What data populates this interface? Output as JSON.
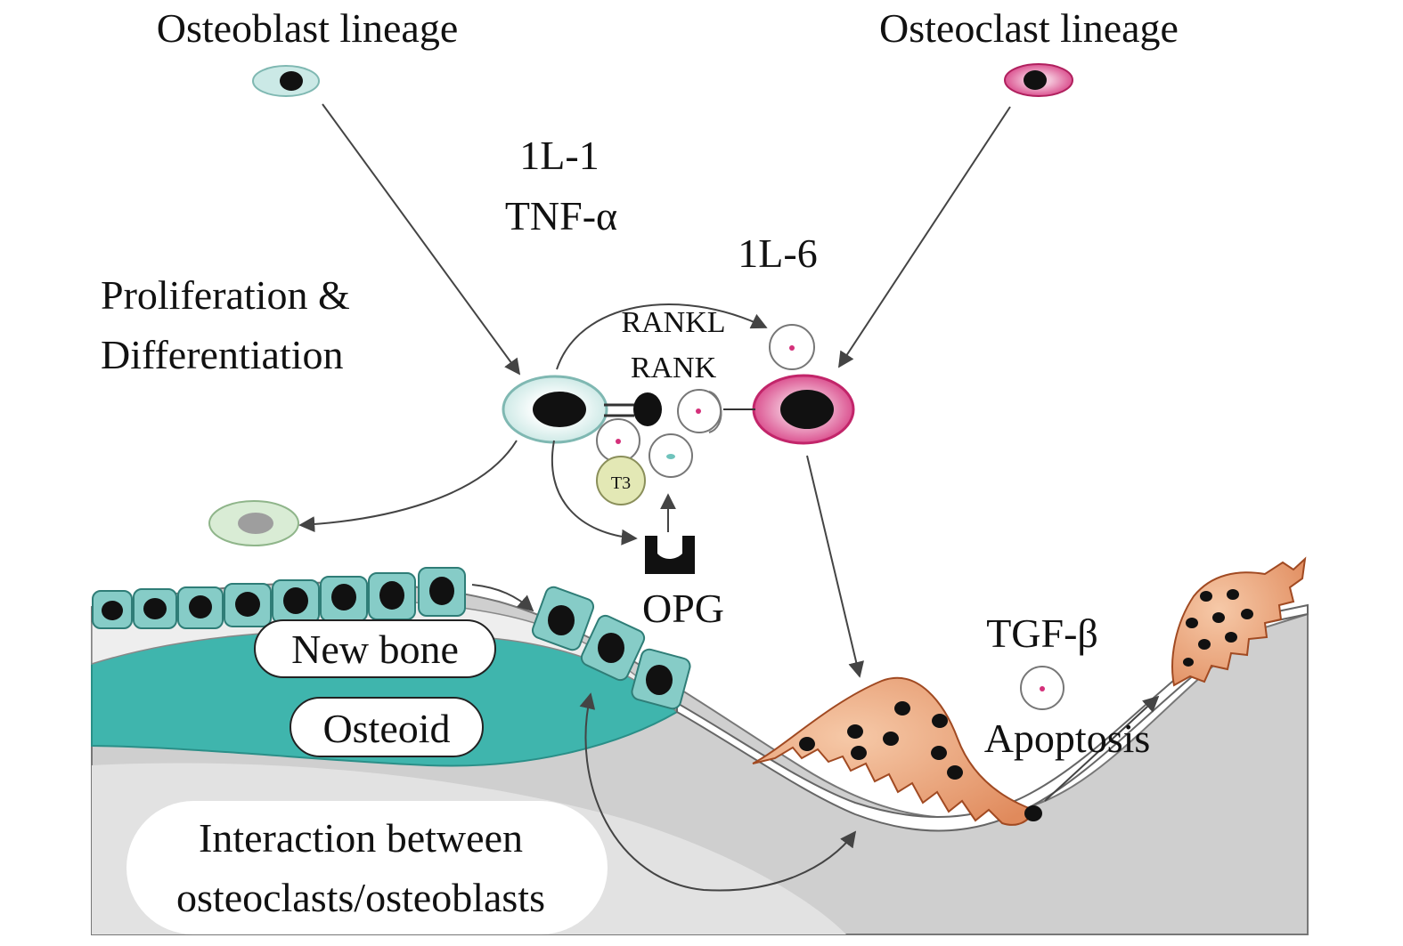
{
  "labels": {
    "osteoblast_lineage": "Osteoblast lineage",
    "osteoclast_lineage": "Osteoclast lineage",
    "il1": "1L-1",
    "tnf_alpha": "TNF-α",
    "il6": "1L-6",
    "proliferation_line1": "Proliferation &",
    "proliferation_line2": "Differentiation",
    "rankl": "RANKL",
    "rank": "RANK",
    "opg": "OPG",
    "tgf_beta": "TGF-β",
    "apoptosis": "Apoptosis",
    "new_bone": "New bone",
    "osteoid": "Osteoid",
    "interaction_line1": "Interaction between",
    "interaction_line2": "osteoclasts/osteoblasts",
    "t3": "T3"
  },
  "colors": {
    "osteoblast_cell": "#d2ece9",
    "osteoblast_border": "#7fb8b2",
    "lining_cell": "#86ccc7",
    "osteoid": "#3fb5ad",
    "bone_gray": "#cfcfcf",
    "osteoclast_magenta": "#d4307a",
    "osteoclast_body": "#e9a07e",
    "nucleus": "#111111",
    "t3_cell": "#e3e8b5",
    "arrow": "#444444"
  }
}
